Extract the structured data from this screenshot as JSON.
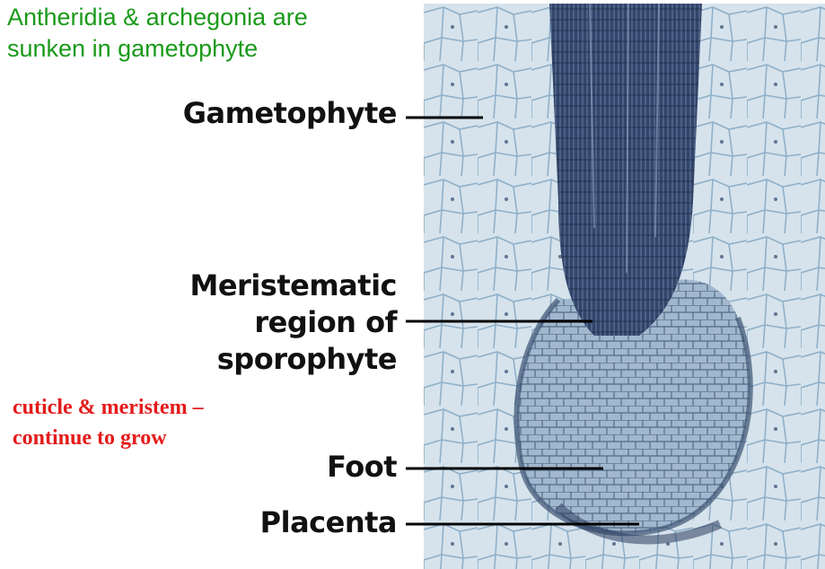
{
  "notes": {
    "green": [
      "Antheridia & archegonia are",
      "sunken in gametophyte"
    ],
    "red": [
      "cuticle & meristem –",
      "continue to grow"
    ]
  },
  "labels": {
    "gametophyte": "Gametophyte",
    "meristematic": [
      "Meristematic",
      "region of",
      "sporophyte"
    ],
    "foot": "Foot",
    "placenta": "Placenta"
  },
  "colors": {
    "green_text": "#1a9a1a",
    "red_text": "#e41b1b",
    "tissue_bg": "#c9d8e4",
    "cell_wall": "#8fb0c9",
    "stain_dark": "#2b3a5c"
  }
}
